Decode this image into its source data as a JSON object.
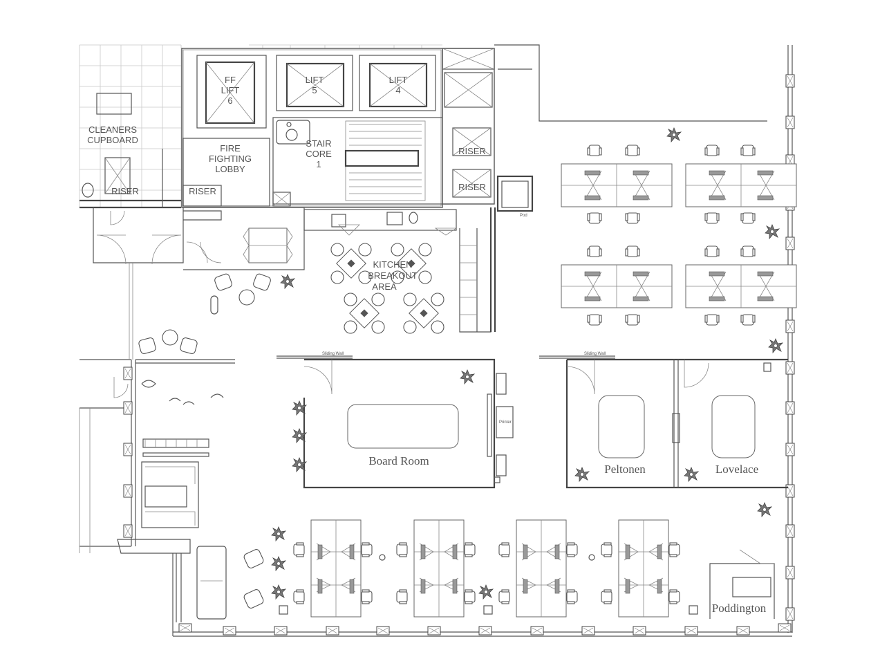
{
  "labels": {
    "cleaners_cupboard": [
      "CLEANERS",
      "CUPBOARD"
    ],
    "lift6": [
      "FF",
      "LIFT",
      "6"
    ],
    "lift5": [
      "LIFT",
      "5"
    ],
    "lift4": [
      "LIFT",
      "4"
    ],
    "stair_core": [
      "STAIR",
      "CORE",
      "1"
    ],
    "fire_fighting_lobby": [
      "FIRE",
      "FIGHTING",
      "LOBBY"
    ],
    "riser_1": "RISER",
    "riser_2": "RISER",
    "riser_3": "RISER",
    "riser_4": "RISER",
    "kitchen": [
      "KITCHEN",
      "BREAKOUT",
      "AREA"
    ],
    "pod": "Pod",
    "sliding_wall_1": "Sliding Wall",
    "sliding_wall_2": "Sliding Wall",
    "printer": "Printer"
  },
  "rooms": {
    "board_room": "Board Room",
    "peltonen": "Peltonen",
    "lovelace": "Lovelace",
    "poddington": "Poddington"
  }
}
